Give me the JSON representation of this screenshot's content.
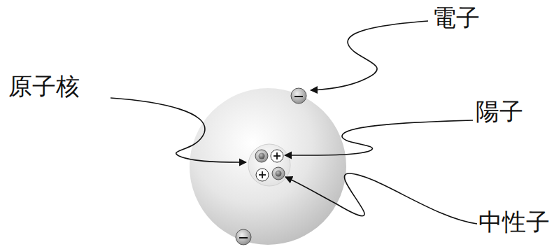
{
  "diagram": {
    "labels": [
      "電子",
      "原子核",
      "陽子",
      "中性子"
    ]
  }
}
